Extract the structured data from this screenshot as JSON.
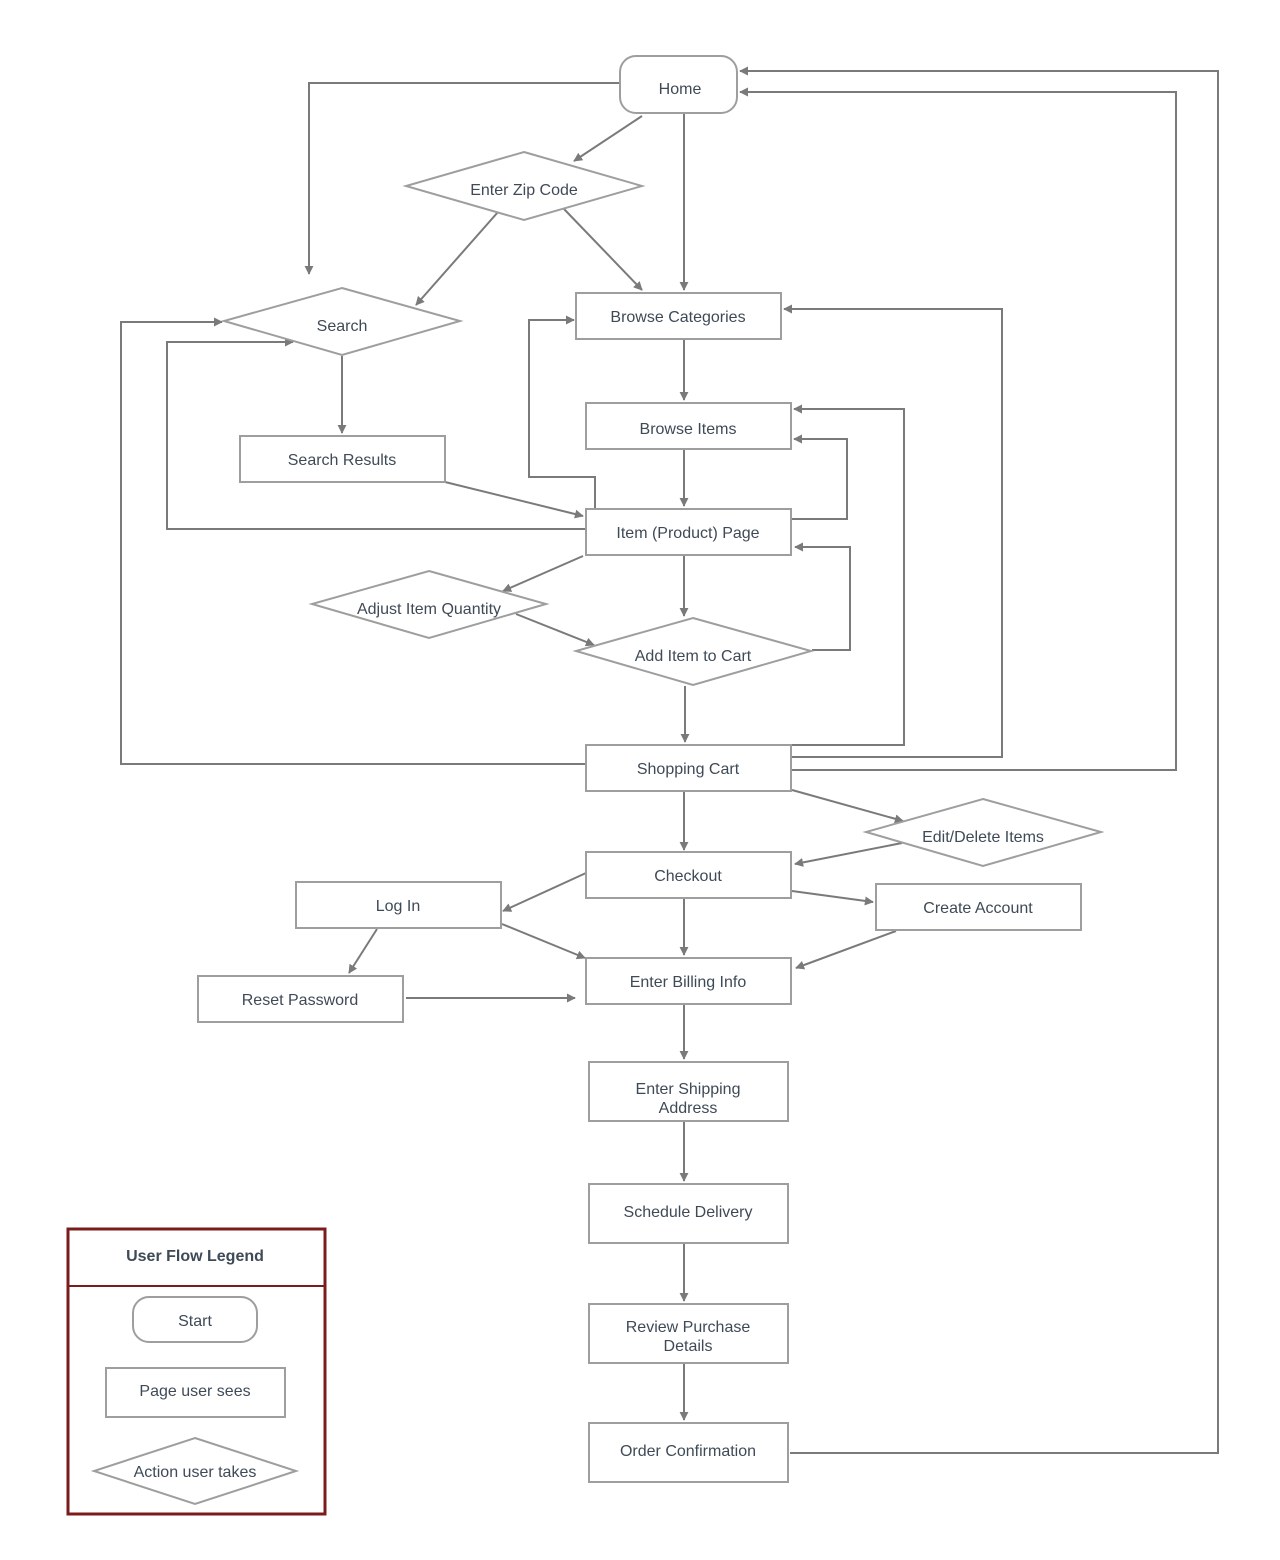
{
  "nodes": {
    "home": "Home",
    "enter_zip_code": "Enter Zip Code",
    "search": "Search",
    "browse_categories": "Browse Categories",
    "browse_items": "Browse Items",
    "search_results": "Search Results",
    "item_page": "Item (Product) Page",
    "adjust_item_quantity": "Adjust Item Quantity",
    "add_item_to_cart": "Add Item to Cart",
    "shopping_cart": "Shopping Cart",
    "edit_delete_items": "Edit/Delete Items",
    "checkout": "Checkout",
    "log_in": "Log In",
    "create_account": "Create Account",
    "reset_password": "Reset Password",
    "enter_billing_info": "Enter Billing Info",
    "enter_shipping_address_1": "Enter Shipping",
    "enter_shipping_address_2": "Address",
    "schedule_delivery": "Schedule Delivery",
    "review_purchase_details_1": "Review Purchase",
    "review_purchase_details_2": "Details",
    "order_confirmation": "Order Confirmation"
  },
  "legend": {
    "title": "User Flow Legend",
    "start": "Start",
    "page": "Page user sees",
    "action": "Action user takes"
  },
  "colors": {
    "shape_stroke": "#9e9e9e",
    "edge": "#7a7a7a",
    "text": "#3f4a57",
    "legend_border": "#7b1c1c"
  }
}
